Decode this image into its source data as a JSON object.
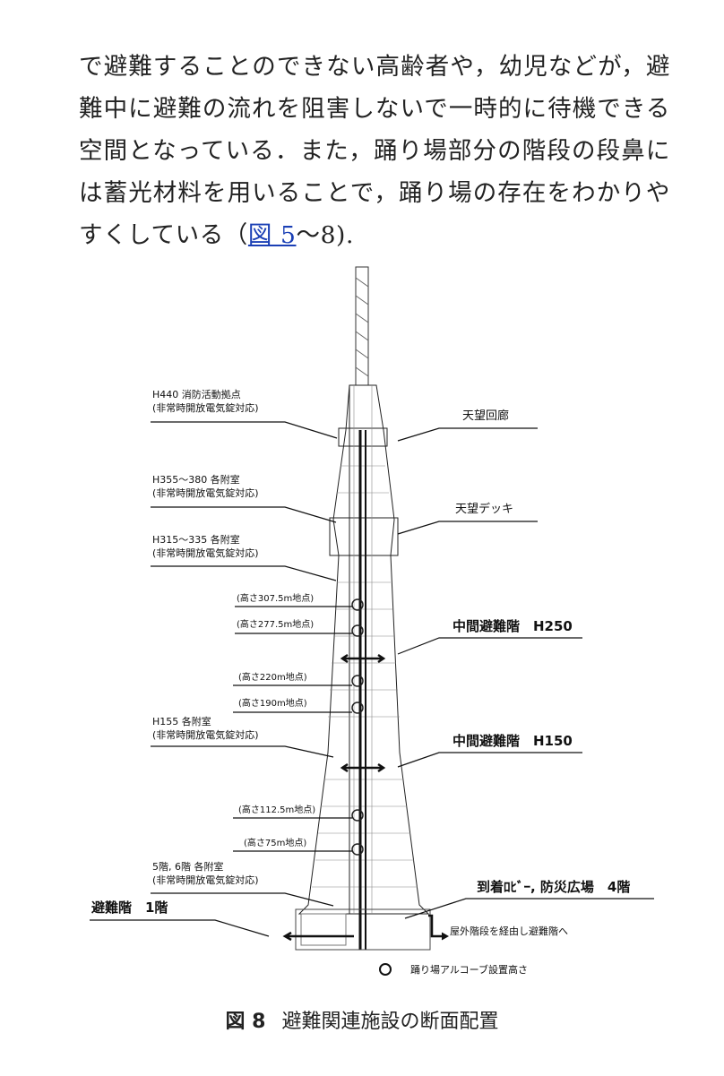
{
  "body_text": {
    "before_link": "で避難することのできない高齢者や，幼児などが，避難中に避難の流れを阻害しないで一時的に待機できる空間となっている．また，踊り場部分の階段の段鼻には蓄光材料を用いることで，踊り場の存在をわかりやすくしている（",
    "link": "図 5",
    "after_link": "～8)."
  },
  "figure": {
    "left_labels": {
      "h440_title": "H440 消防活動拠点",
      "h440_sub": "(非常時開放電気錠対応)",
      "h355_title": "H355～380 各附室",
      "h355_sub": "(非常時開放電気錠対応)",
      "h315_title": "H315～335 各附室",
      "h315_sub": "(非常時開放電気錠対応)",
      "p3075": "(高さ307.5m地点)",
      "p2775": "(高さ277.5m地点)",
      "p220": "(高さ220m地点)",
      "p190": "(高さ190m地点)",
      "h155_title": "H155 各附室",
      "h155_sub": "(非常時開放電気錠対応)",
      "p1125": "(高さ112.5m地点)",
      "p75": "(高さ75m地点)",
      "f56_title": "5階, 6階 各附室",
      "f56_sub": "(非常時開放電気錠対応)",
      "evac_floor": "避難階　1階"
    },
    "right_labels": {
      "tembo_kairo": "天望回廊",
      "tembo_deck": "天望デッキ",
      "mid_h250": "中間避難階　H250",
      "mid_h150": "中間避難階　H150",
      "arrival": "到着ﾛﾋﾞｰ, 防災広場　4階",
      "outdoor_stairs": "屋外階段を経由し避難階へ"
    },
    "legend": "踊り場アルコーブ設置高さ"
  },
  "caption": {
    "number": "図 8",
    "title": "避難関連施設の断面配置"
  }
}
